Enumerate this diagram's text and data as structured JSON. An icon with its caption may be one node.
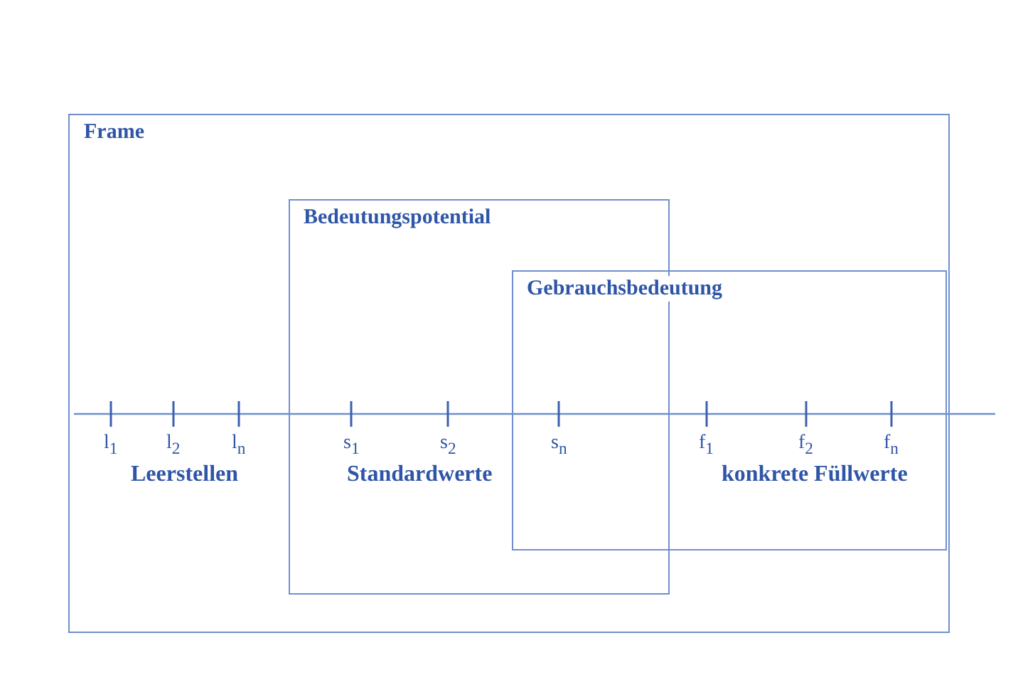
{
  "diagram": {
    "nodes": [
      {
        "text": [
          "Frame"
        ]
      },
      {
        "text": [
          "Bedeutungspotential"
        ],
        "in": 0
      },
      {
        "text": [
          "Gebrauchsbedeutung"
        ],
        "in": 0
      }
    ],
    "labels": [
      "l$_{1}$",
      "l$_{2}$",
      "l$_{n}$",
      "s$_{1}$",
      "s$_{2}$",
      "s$_{n}$",
      "f$_{1}$",
      "f$_{2}$",
      "f$_{n}$",
      "Leerstellen",
      "Standardwerte",
      "konkrete Füllwerte"
    ]
  }
}
